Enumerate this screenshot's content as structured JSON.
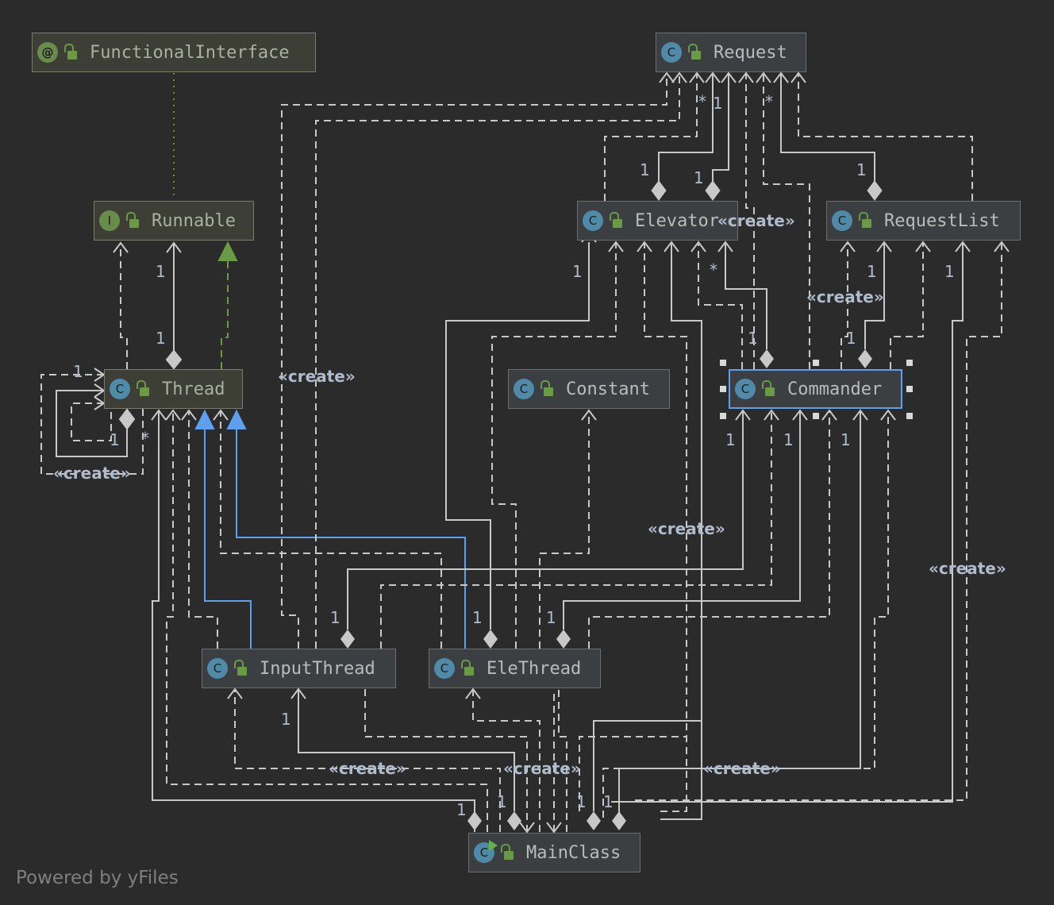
{
  "diagram": {
    "nodes": {
      "functional_interface": {
        "name": "FunctionalInterface",
        "icon": "annotation-icon"
      },
      "runnable": {
        "name": "Runnable",
        "icon": "interface-icon"
      },
      "thread": {
        "name": "Thread",
        "icon": "class-icon"
      },
      "request": {
        "name": "Request",
        "icon": "class-icon"
      },
      "elevator": {
        "name": "Elevator",
        "icon": "class-icon"
      },
      "request_list": {
        "name": "RequestList",
        "icon": "class-icon"
      },
      "constant": {
        "name": "Constant",
        "icon": "class-icon"
      },
      "commander": {
        "name": "Commander",
        "icon": "class-icon",
        "selected": true
      },
      "input_thread": {
        "name": "InputThread",
        "icon": "class-icon"
      },
      "ele_thread": {
        "name": "EleThread",
        "icon": "class-icon"
      },
      "main_class": {
        "name": "MainClass",
        "icon": "runnable-class-icon"
      }
    },
    "icon_letters": {
      "class": "C",
      "interface": "I",
      "annotation": "@"
    },
    "create_label": "«create»",
    "multiplicity": {
      "one": "1",
      "many": "*"
    },
    "colors": {
      "background": "#2b2b2b",
      "edge": "#c8c8c8",
      "inheritance": "#5e9ff0",
      "realization": "#6a9a45",
      "annotation_link": "#7a8a3a"
    }
  },
  "footer": "Powered by yFiles"
}
